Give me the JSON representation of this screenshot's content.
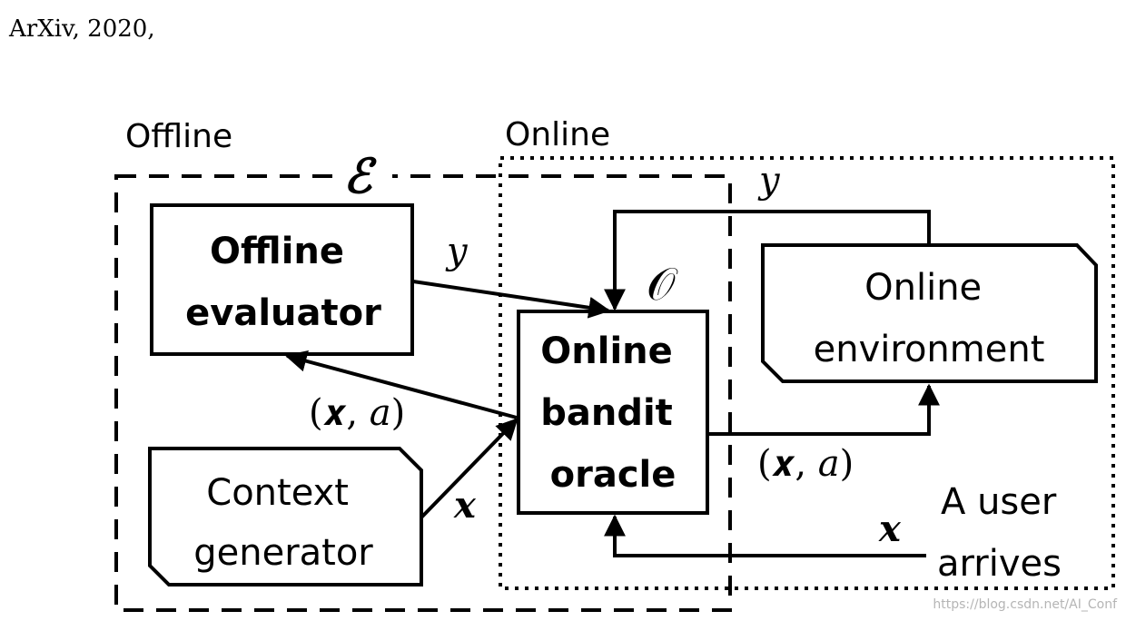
{
  "header": {
    "citation": "ArXiv, 2020,"
  },
  "regions": {
    "offline_label": "Offline",
    "online_label": "Online",
    "offline_symbol": "ℰ",
    "oracle_symbol": "𝒪"
  },
  "boxes": {
    "offline_evaluator": [
      "Offline",
      "evaluator"
    ],
    "context_generator": [
      "Context",
      "generator"
    ],
    "bandit_oracle": [
      "Online",
      "bandit",
      "oracle"
    ],
    "online_environment": [
      "Online",
      "environment"
    ]
  },
  "edges": {
    "y_to_oracle": "𝑦",
    "xa_left": "(𝒙, 𝑎)",
    "x_from_context": "𝒙",
    "y_top": "𝑦",
    "xa_right": "(𝒙, 𝑎)",
    "x_from_user": "𝒙"
  },
  "user": [
    "A user",
    "arrives"
  ],
  "watermark": "https://blog.csdn.net/AI_Conf"
}
